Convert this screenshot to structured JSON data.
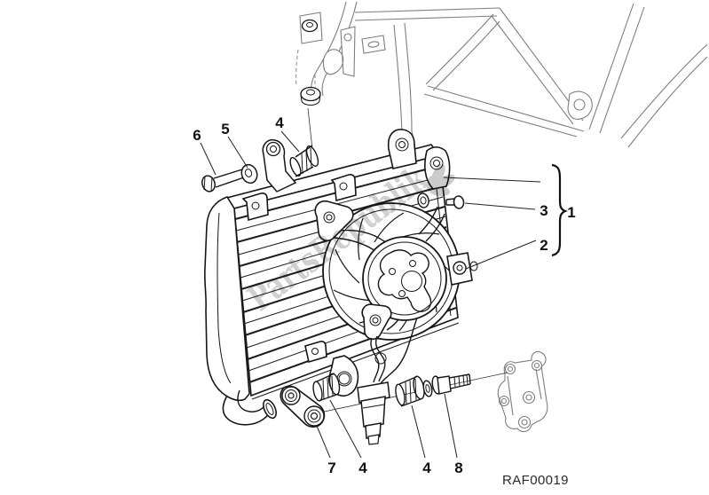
{
  "diagram": {
    "part_code": "RAF00019",
    "watermark": "PartsRepublik",
    "callouts": [
      {
        "id": "6",
        "label": "6"
      },
      {
        "id": "5",
        "label": "5"
      },
      {
        "id": "4-top",
        "label": "4"
      },
      {
        "id": "3",
        "label": "3"
      },
      {
        "id": "1",
        "label": "1"
      },
      {
        "id": "2",
        "label": "2"
      },
      {
        "id": "7",
        "label": "7"
      },
      {
        "id": "4-left",
        "label": "4"
      },
      {
        "id": "4-right",
        "label": "4"
      },
      {
        "id": "8",
        "label": "8"
      }
    ],
    "colors": {
      "background": "#ffffff",
      "line": "#161616",
      "frame_line": "#7e7e7e",
      "watermark": "#c8c8c8"
    }
  }
}
